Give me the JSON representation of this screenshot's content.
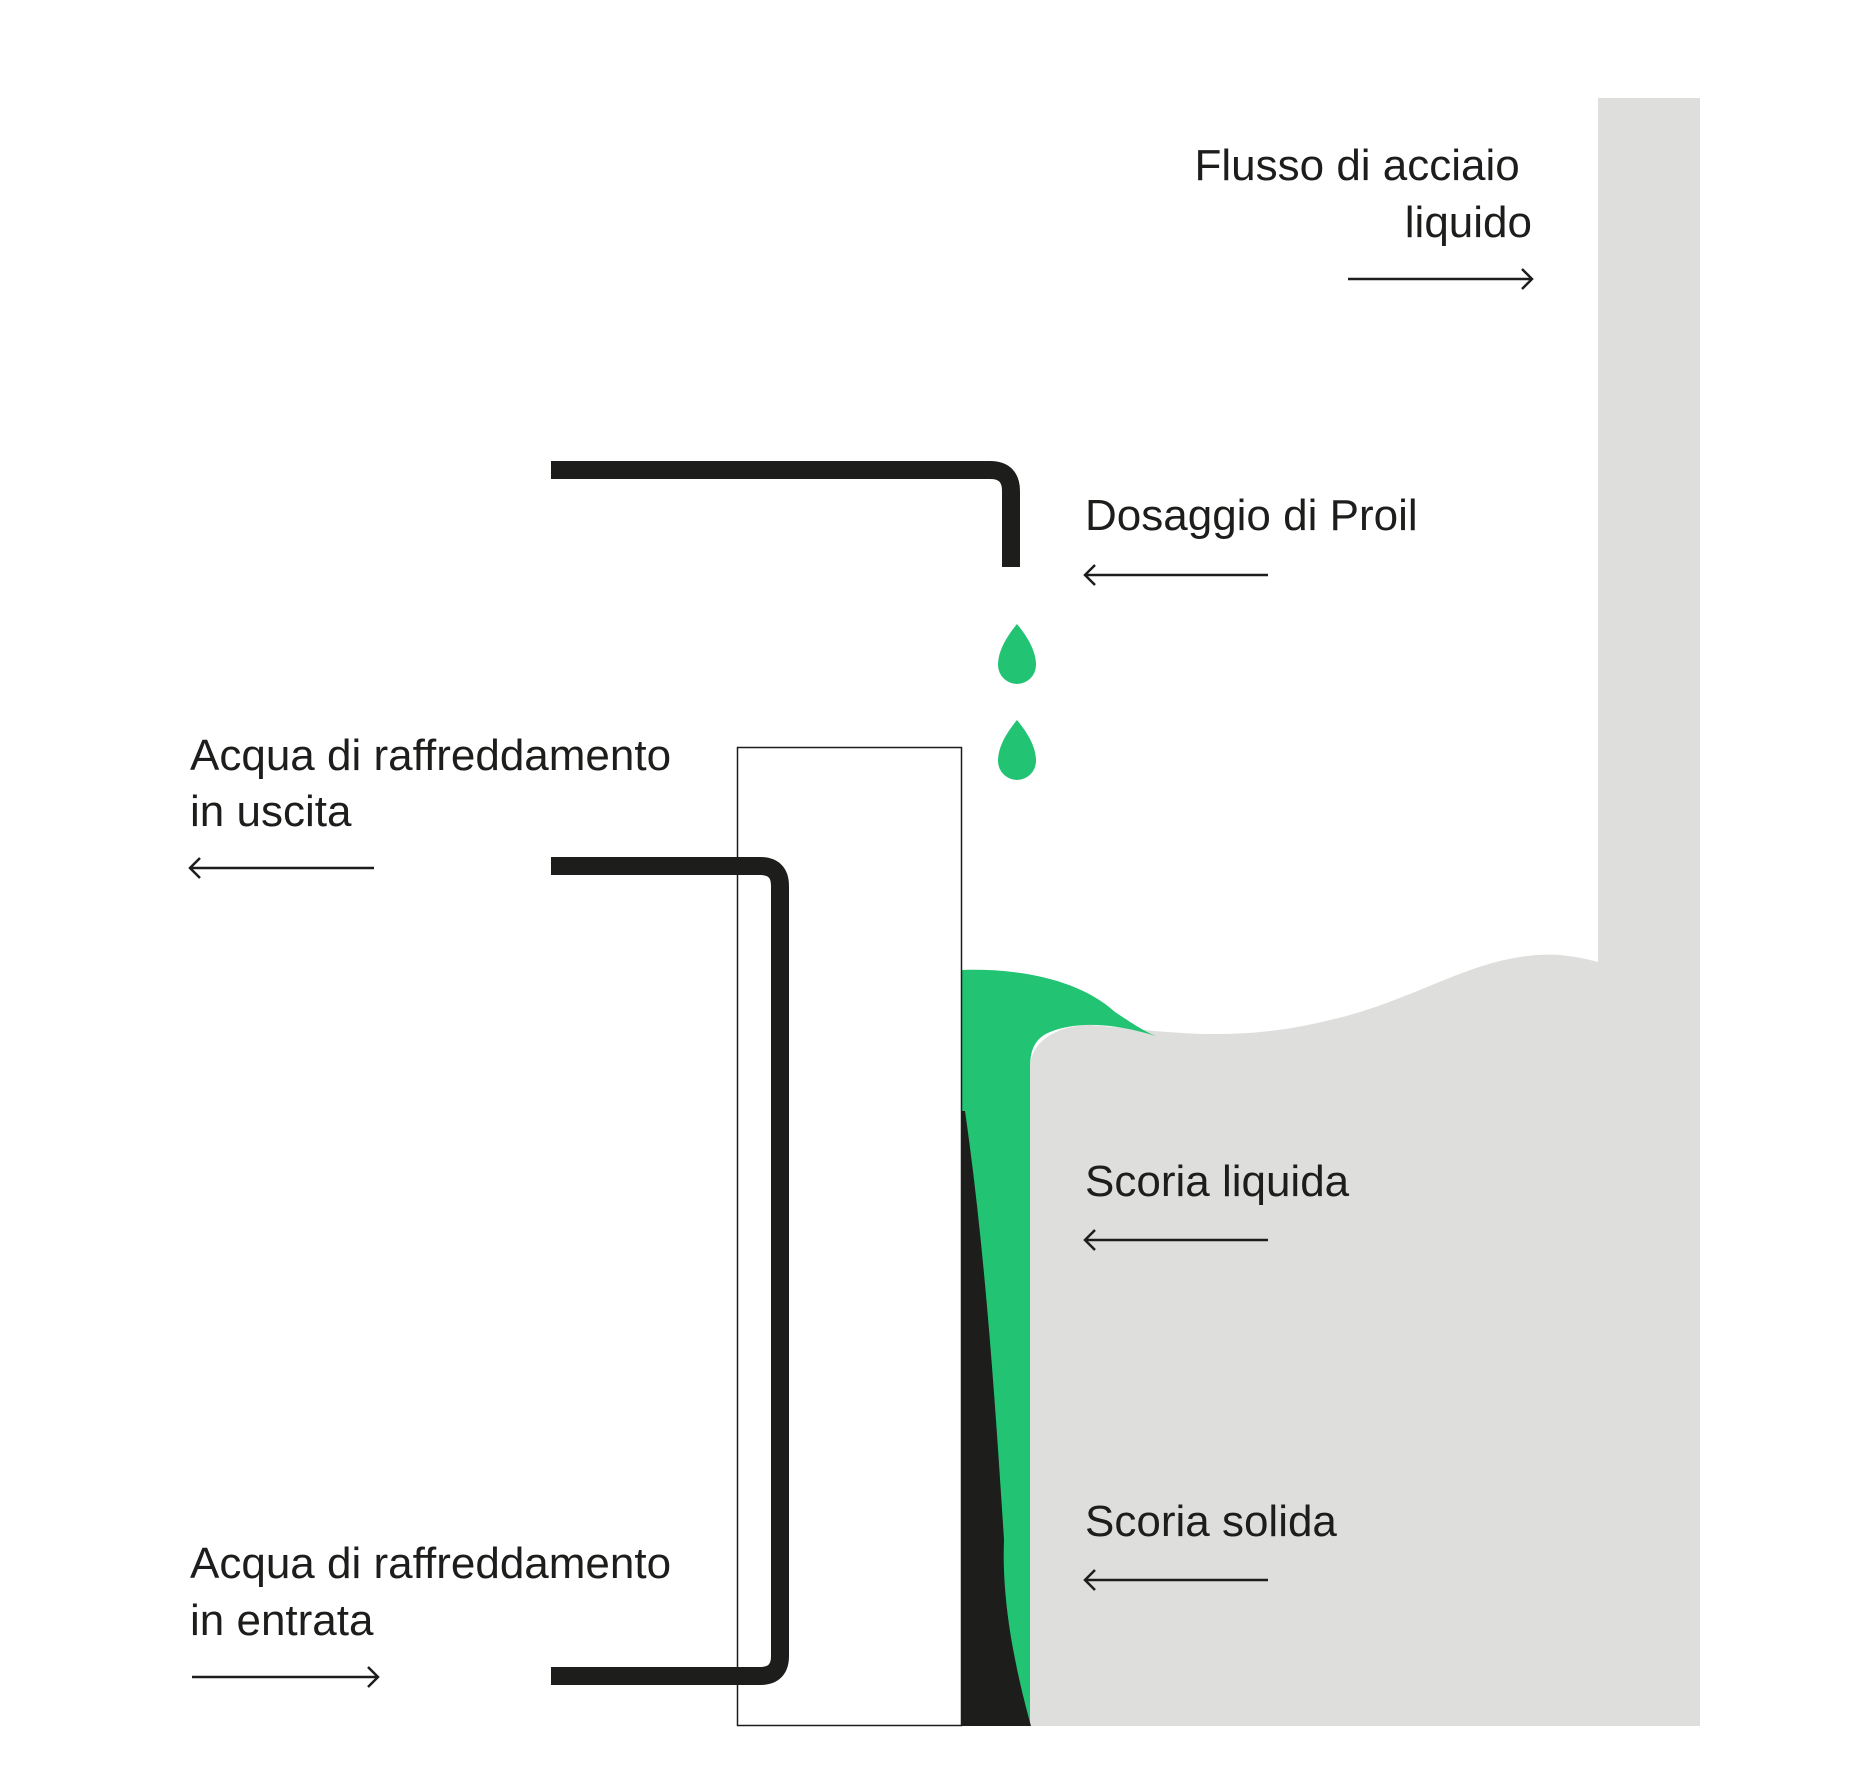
{
  "labels": {
    "liquid_steel_flow": [
      "Flusso di acciaio",
      "liquido"
    ],
    "proil_dosing": "Dosaggio di Proil",
    "cooling_water_out": [
      "Acqua di raffreddamento",
      "in uscita"
    ],
    "cooling_water_in": [
      "Acqua di raffreddamento",
      "in entrata"
    ],
    "liquid_slag": "Scoria liquida",
    "solid_slag": "Scoria solida"
  },
  "colors": {
    "background": "#ffffff",
    "steel": "#dededd",
    "proil_green": "#22c373",
    "dark": "#1d1d1b"
  }
}
